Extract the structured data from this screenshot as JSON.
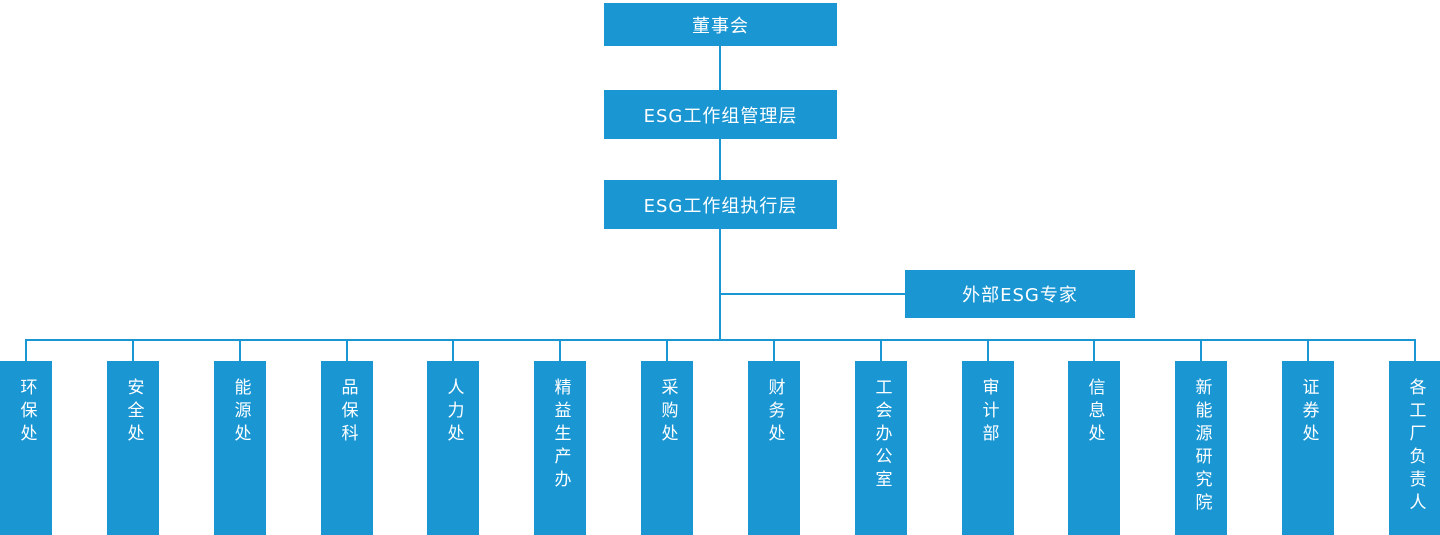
{
  "colors": {
    "node_fill": "#1a96d3",
    "connector": "#1a96d3",
    "node_text": "#ffffff",
    "background": "#ffffff"
  },
  "nodes": {
    "board": {
      "label": "董事会"
    },
    "management": {
      "label": "ESG工作组管理层"
    },
    "execution": {
      "label": "ESG工作组执行层"
    },
    "external": {
      "label": "外部ESG专家"
    }
  },
  "departments": [
    {
      "label": "环保处"
    },
    {
      "label": "安全处"
    },
    {
      "label": "能源处"
    },
    {
      "label": "品保科"
    },
    {
      "label": "人力处"
    },
    {
      "label": "精益生产办"
    },
    {
      "label": "采购处"
    },
    {
      "label": "财务处"
    },
    {
      "label": "工会办公室"
    },
    {
      "label": "审计部"
    },
    {
      "label": "信息处"
    },
    {
      "label": "新能源研究院"
    },
    {
      "label": "证券处"
    },
    {
      "label": "各工厂负责人"
    }
  ]
}
